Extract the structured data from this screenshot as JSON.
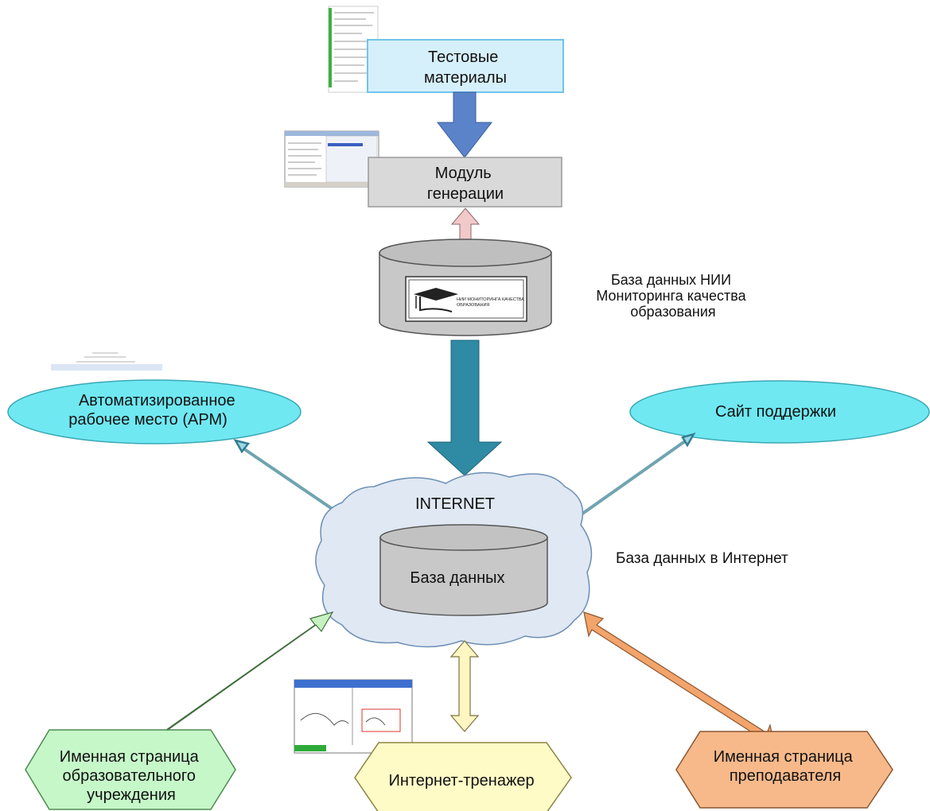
{
  "nodes": {
    "test_materials": "Тестовые материалы",
    "generation_module": "Модуль генерации",
    "nii_database_logo": "НИИ МОНИТОРИНГА КАЧЕСТВА ОБРАЗОВАНИЯ",
    "nii_database_label": [
      "База данных НИИ",
      "Мониторинга качества",
      "образования"
    ],
    "internet": "INTERNET",
    "database": "База данных",
    "internet_database_label": "База данных в Интернет",
    "apm": [
      "Автоматизированное",
      "рабочее место (АРМ)"
    ],
    "support_site": "Сайт поддержки",
    "school_page": [
      "Именная страница",
      "образовательного",
      "учреждения"
    ],
    "trainer": "Интернет-тренажер",
    "teacher_page": [
      "Именная страница",
      "преподавателя"
    ]
  },
  "colors": {
    "test_box_fill": "#d6f0fb",
    "test_box_border": "#6fc4ea",
    "module_box_fill": "#d9d9d9",
    "cylinder_fill": "#c8c8c8",
    "arrow_blue": "#5b83c9",
    "arrow_pink": "#f2c9c9",
    "arrow_teal": "#2f8aa3",
    "ellipse_cyan": "#6fe8f2",
    "cloud_fill": "#dfe8f3",
    "arrow_green": "#c6f2c2",
    "arrow_yellow": "#fff6c2",
    "arrow_orange": "#f3a46b",
    "hex_green": "#c6f7c9",
    "hex_yellow": "#fffbc6",
    "hex_orange": "#f7b98a"
  }
}
